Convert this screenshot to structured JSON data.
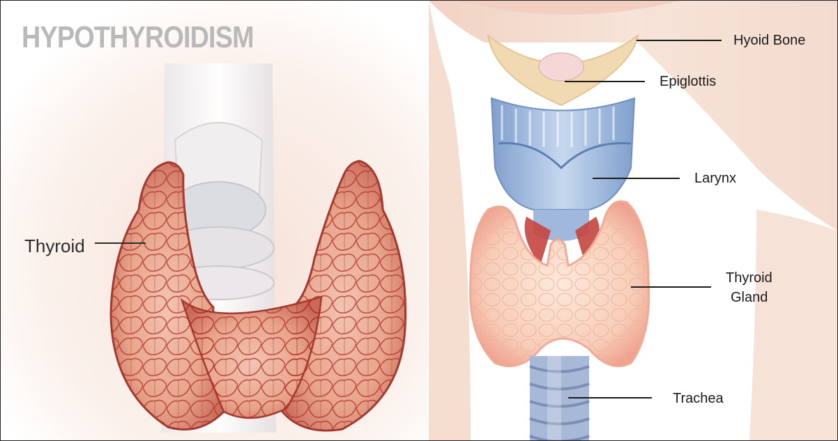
{
  "title": "HYPOTHYROIDISM",
  "left_label": "Thyroid",
  "right_labels": {
    "hyoid_bone": "Hyoid Bone",
    "epiglottis": "Epiglottis",
    "larynx": "Larynx",
    "thyroid_gland_line1": "Thyroid",
    "thyroid_gland_line2": "Gland",
    "trachea": "Trachea"
  },
  "colors": {
    "title": "#b9b9b9",
    "gland_fill": "#e8a58c",
    "gland_vessel": "#b0302a",
    "larynx": "#a9c4e2",
    "skin": "#f3d8c9"
  }
}
